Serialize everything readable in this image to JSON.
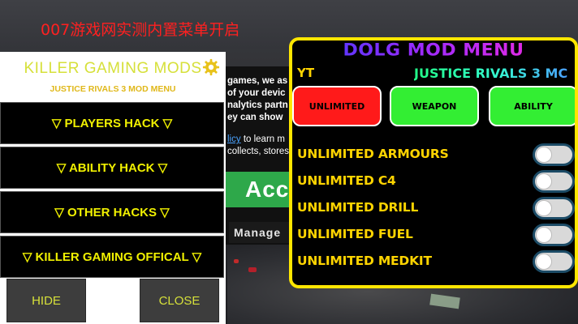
{
  "banner": {
    "text": "007游戏网实测内置菜单开启"
  },
  "background": {
    "dialog_lines": [
      "games, we as",
      "of your devic",
      "nalytics partn",
      "ey can show"
    ],
    "policy_link": "licy",
    "policy_rest": " to learn m",
    "collects_line": "collects, stores",
    "accept_label": "Acc",
    "manage_label": "Manage"
  },
  "left_menu": {
    "title": "KILLER GAMING MODS",
    "subtitle": "JUSTICE RIVALS 3 MOD MENU",
    "items": [
      {
        "label": "▽ PLAYERS HACK ▽"
      },
      {
        "label": "▽ ABILITY HACK ▽"
      },
      {
        "label": "▽ OTHER HACKS ▽"
      },
      {
        "label": "▽ KILLER GAMING OFFICAL ▽"
      }
    ],
    "hide_label": "HIDE",
    "close_label": "CLOSE",
    "colors": {
      "title": "#d6e03a",
      "subtitle": "#e0b81a",
      "item_text": "#f0f000"
    }
  },
  "right_menu": {
    "title": "DOLG MOD MENU",
    "yt_label": "YT",
    "game_label": "JUSTICE RIVALS 3 MC",
    "tabs": [
      {
        "label": "UNLIMITED",
        "color": "#ff1a1a"
      },
      {
        "label": "WEAPON",
        "color": "#33ee33"
      },
      {
        "label": "ABILITY",
        "color": "#33ee33"
      }
    ],
    "toggles": [
      {
        "label": "UNLIMITED ARMOURS",
        "on": false
      },
      {
        "label": "UNLIMITED C4",
        "on": false
      },
      {
        "label": "UNLIMITED DRILL",
        "on": false
      },
      {
        "label": "UNLIMITED FUEL",
        "on": false
      },
      {
        "label": "UNLIMITED MEDKIT",
        "on": false
      }
    ],
    "colors": {
      "border": "#ffe600",
      "row_text": "#ffd400"
    }
  }
}
